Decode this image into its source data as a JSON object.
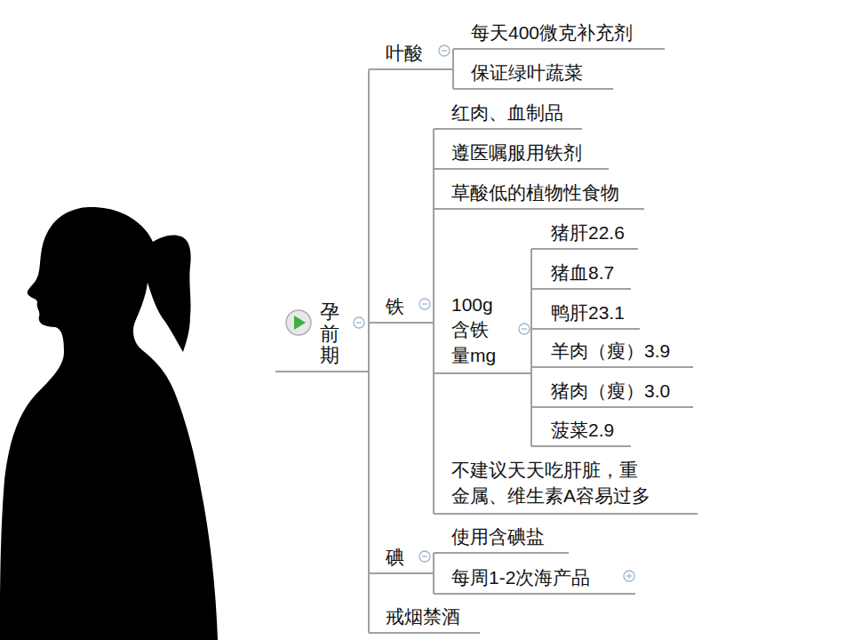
{
  "diagram": {
    "nodes": [
      {
        "text": [
          "孕前期"
        ]
      },
      {
        "text": [
          "叶酸"
        ]
      },
      {
        "text": [
          "每天400微克补充剂"
        ]
      },
      {
        "text": [
          "保证绿叶蔬菜"
        ]
      },
      {
        "text": [
          "铁"
        ]
      },
      {
        "text": [
          "红肉、血制品"
        ]
      },
      {
        "text": [
          "遵医嘱服用铁剂"
        ]
      },
      {
        "text": [
          "草酸低的植物性食物"
        ]
      },
      {
        "text": [
          "100g 含铁 量mg"
        ]
      },
      {
        "text": [
          "猪肝22.6"
        ]
      },
      {
        "text": [
          "猪血8.7"
        ]
      },
      {
        "text": [
          "鸭肝23.1"
        ]
      },
      {
        "text": [
          "羊肉（瘦）3.9"
        ]
      },
      {
        "text": [
          "猪肉（瘦）3.0"
        ]
      },
      {
        "text": [
          "菠菜2.9"
        ]
      },
      {
        "text": [
          "不建议天天吃肝脏，重 金属、维生素A容易过多"
        ]
      },
      {
        "text": [
          "碘"
        ]
      },
      {
        "text": [
          "使用含碘盐"
        ]
      },
      {
        "text": [
          "每周1-2次海产品"
        ]
      },
      {
        "text": [
          "戒烟禁酒"
        ]
      }
    ],
    "edges": [
      {
        "from": 0,
        "to": 1,
        "arrow": "none"
      },
      {
        "from": 0,
        "to": 4,
        "arrow": "none"
      },
      {
        "from": 0,
        "to": 16,
        "arrow": "none"
      },
      {
        "from": 0,
        "to": 19,
        "arrow": "none"
      },
      {
        "from": 1,
        "to": 2,
        "arrow": "none"
      },
      {
        "from": 1,
        "to": 3,
        "arrow": "none"
      },
      {
        "from": 4,
        "to": 5,
        "arrow": "none"
      },
      {
        "from": 4,
        "to": 6,
        "arrow": "none"
      },
      {
        "from": 4,
        "to": 7,
        "arrow": "none"
      },
      {
        "from": 4,
        "to": 8,
        "arrow": "none"
      },
      {
        "from": 4,
        "to": 15,
        "arrow": "none"
      },
      {
        "from": 8,
        "to": 9,
        "arrow": "none"
      },
      {
        "from": 8,
        "to": 10,
        "arrow": "none"
      },
      {
        "from": 8,
        "to": 11,
        "arrow": "none"
      },
      {
        "from": 8,
        "to": 12,
        "arrow": "none"
      },
      {
        "from": 8,
        "to": 13,
        "arrow": "none"
      },
      {
        "from": 8,
        "to": 14,
        "arrow": "none"
      },
      {
        "from": 16,
        "to": 17,
        "arrow": "none"
      },
      {
        "from": 16,
        "to": 18,
        "arrow": "none"
      }
    ]
  }
}
